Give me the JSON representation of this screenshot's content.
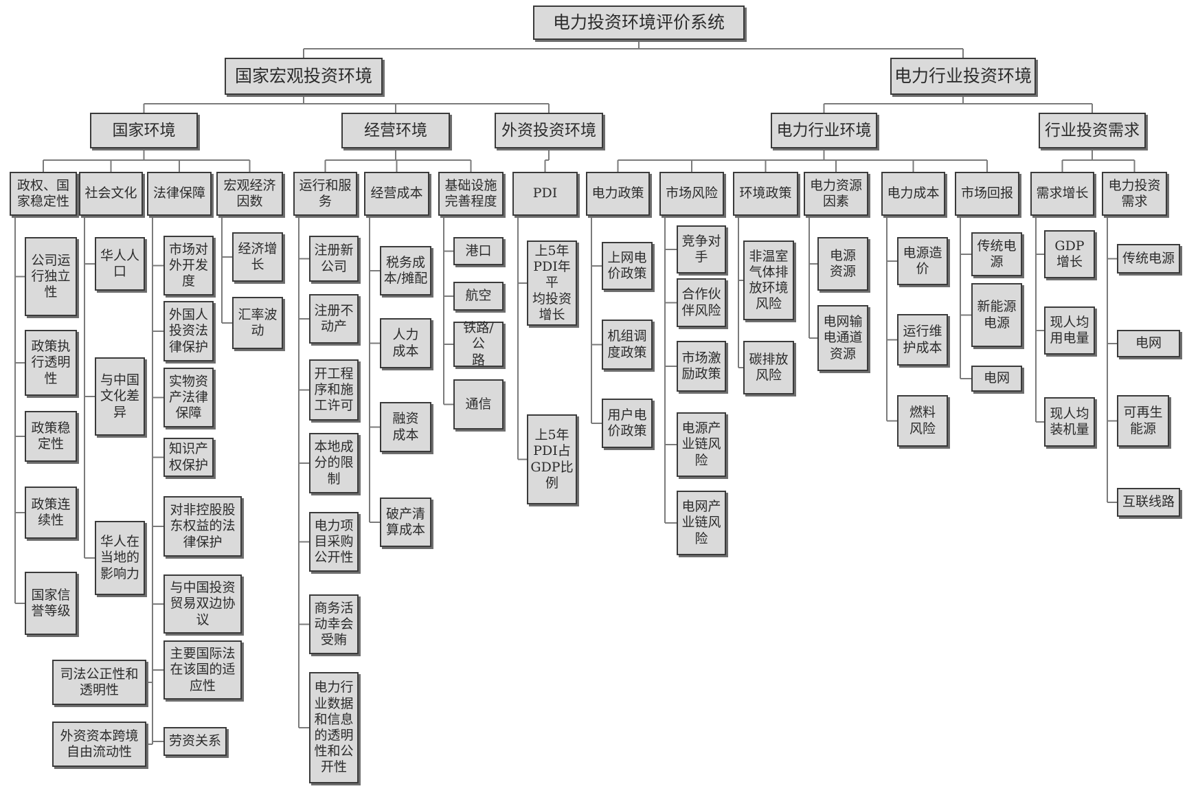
{
  "colors": {
    "box_fill": "#dadada",
    "box_border": "#3a3a3a",
    "line": "#7a7a7a"
  },
  "diagram": {
    "root": "电力投资环境评价系统",
    "branches": [
      {
        "label": "国家宏观投资环境",
        "groups": [
          {
            "label": "国家环境",
            "items": [
              {
                "label": "政权、国\n家稳定性",
                "leaves": [
                  "公司运\n行独立\n性",
                  "政策执\n行透明\n性",
                  "政策稳\n定性",
                  "政策连\n续性",
                  "国家信\n誉等级"
                ]
              },
              {
                "label": "社会文化",
                "leaves": [
                  "华人人\n口",
                  "与中国\n文化差\n异",
                  "华人在\n当地的\n影响力"
                ]
              },
              {
                "label": "法律保障",
                "leaves": [
                  "市场对\n外开发\n度",
                  "外国人\n投资法\n律保护",
                  "实物资\n产法律\n保障",
                  "知识产\n权保护",
                  "对非控股股\n东权益的法\n律保护",
                  "与中国投资\n贸易双边协\n议",
                  "主要国际法\n在该国的适\n应性",
                  "司法公正性和\n透明性",
                  "外资资本跨境\n自由流动性",
                  "劳资关系"
                ]
              },
              {
                "label": "宏观经济\n因数",
                "leaves": [
                  "经济增\n长",
                  "汇率波\n动"
                ]
              }
            ]
          },
          {
            "label": "经营环境",
            "items": [
              {
                "label": "运行和服\n务",
                "leaves": [
                  "注册新\n公司",
                  "注册不\n动产",
                  "开工程\n序和施\n工许可",
                  "本地成\n分的限\n制",
                  "电力项\n目采购\n公开性",
                  "商务活\n动幸会\n受贿",
                  "电力行\n业数据\n和信息\n的透明\n性和公\n开性"
                ]
              },
              {
                "label": "经营成本",
                "leaves": [
                  "税务成\n本/摊配",
                  "人力\n成本",
                  "融资\n成本",
                  "破产清\n算成本"
                ]
              },
              {
                "label": "基础设施\n完善程度",
                "leaves": [
                  "港口",
                  "航空",
                  "铁路/公\n路",
                  "通信"
                ]
              }
            ]
          },
          {
            "label": "外资投资环境",
            "items": [
              {
                "label": "PDI",
                "leaves": [
                  "上5年\nPDI年平\n均投资\n增长",
                  "上5年\nPDI占\nGDP比\n例"
                ]
              }
            ]
          }
        ]
      },
      {
        "label": "电力行业投资环境",
        "groups": [
          {
            "label": "电力行业环境",
            "items": [
              {
                "label": "电力政策",
                "leaves": [
                  "上网电\n价政策",
                  "机组调\n度政策",
                  "用户电\n价政策"
                ]
              },
              {
                "label": "市场风险",
                "leaves": [
                  "竞争对\n手",
                  "合作伙\n伴风险",
                  "市场激\n励政策",
                  "电源产\n业链风\n险",
                  "电网产\n业链风\n险"
                ]
              },
              {
                "label": "环境政策",
                "leaves": [
                  "非温室\n气体排\n放环境\n风险",
                  "碳排放\n风险"
                ]
              },
              {
                "label": "电力资源\n因素",
                "leaves": [
                  "电源\n资源",
                  "电网输\n电通道\n资源"
                ]
              },
              {
                "label": "电力成本",
                "leaves": [
                  "电源造\n价",
                  "运行维\n护成本",
                  "燃料\n风险"
                ]
              },
              {
                "label": "市场回报",
                "leaves": [
                  "传统电\n源",
                  "新能源\n电源",
                  "电网"
                ]
              }
            ]
          },
          {
            "label": "行业投资需求",
            "items": [
              {
                "label": "需求增长",
                "leaves": [
                  "GDP\n增长",
                  "现人均\n用电量",
                  "现人均\n装机量"
                ]
              },
              {
                "label": "电力投资\n需求",
                "leaves": [
                  "传统电源",
                  "电网",
                  "可再生\n能源",
                  "互联线路"
                ]
              }
            ]
          }
        ]
      }
    ]
  }
}
